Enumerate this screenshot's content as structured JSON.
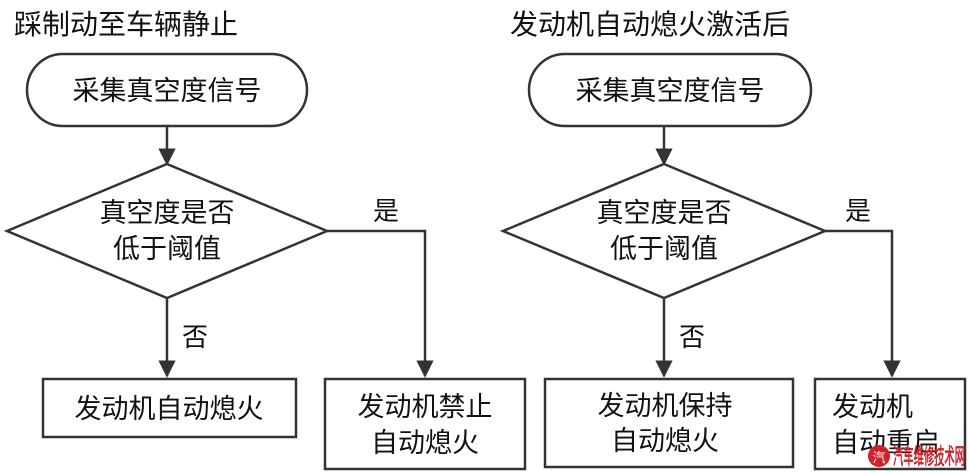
{
  "left": {
    "title": "踩制动至车辆静止",
    "start": "采集真空度信号",
    "decision_line1": "真空度是否",
    "decision_line2": "低于阈值",
    "yes": "是",
    "no": "否",
    "no_result": "发动机自动熄火",
    "yes_result_line1": "发动机禁止",
    "yes_result_line2": "自动熄火"
  },
  "right": {
    "title": "发动机自动熄火激活后",
    "start": "采集真空度信号",
    "decision_line1": "真空度是否",
    "decision_line2": "低于阈值",
    "yes": "是",
    "no": "否",
    "no_result_line1": "发动机保持",
    "no_result_line2": "自动熄火",
    "yes_result_line1": "发动机",
    "yes_result_line2": "自动重启"
  },
  "watermark": {
    "text": "汽车维修技术网"
  }
}
